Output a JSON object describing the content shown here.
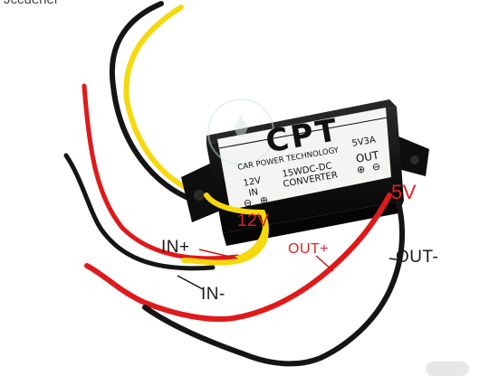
{
  "caption_fragment": "Jccuener",
  "label_panel": {
    "brand": "CPT",
    "company": "CAR POWER TECHNOLOGY",
    "input_voltage": "12V",
    "input_label": "IN",
    "model_line1": "15WDC-DC",
    "model_line2": "CONVERTER",
    "output_spec": "5V3A",
    "output_label": "OUT",
    "input_polarity": [
      "⊖",
      "⊕"
    ],
    "output_polarity": [
      "⊕",
      "⊖"
    ]
  },
  "callouts": {
    "input_voltage": "12V",
    "output_voltage": "5V",
    "in_plus": "IN+",
    "in_minus": "IN-",
    "out_plus": "OUT+",
    "out_minus": "OUT-"
  },
  "wire_colors": {
    "yellow": "#f5d90c",
    "red": "#e0191b",
    "black": "#151515",
    "housing": "#111111",
    "panel": "#f4f4f2",
    "callout_red": "#e11f1f"
  }
}
